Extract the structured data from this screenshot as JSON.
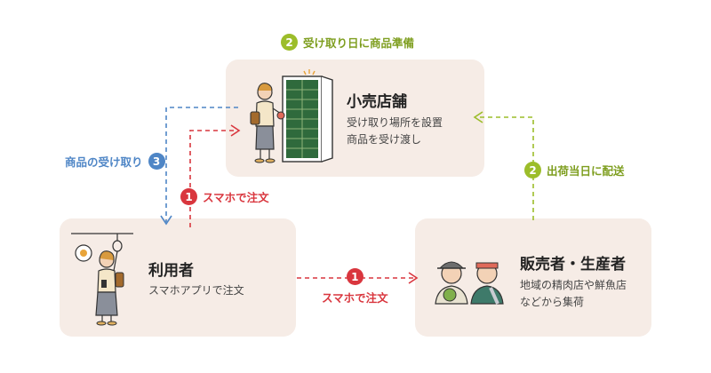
{
  "nodes": {
    "shop": {
      "title": "小売店舗",
      "desc": [
        "受け取り場所を設置",
        "商品を受け渡し"
      ]
    },
    "user": {
      "title": "利用者",
      "desc": [
        "スマホアプリで注文"
      ]
    },
    "seller": {
      "title": "販売者・生産者",
      "desc": [
        "地域の精肉店や鮮魚店",
        "などから集荷"
      ]
    }
  },
  "flows": {
    "prepare": {
      "num": "2",
      "text": "受け取り日に商品準備"
    },
    "deliver": {
      "num": "2",
      "text": "出荷当日に配送"
    },
    "pickup": {
      "num": "3",
      "text": "商品の受け取り"
    },
    "order_shop": {
      "num": "1",
      "text": "スマホで注文"
    },
    "order_seller": {
      "num": "1",
      "text": "スマホで注文"
    }
  },
  "colors": {
    "card_bg": "#f6ece6",
    "green": "#9cbd2a",
    "blue": "#4f86c6",
    "red": "#d9363e"
  }
}
